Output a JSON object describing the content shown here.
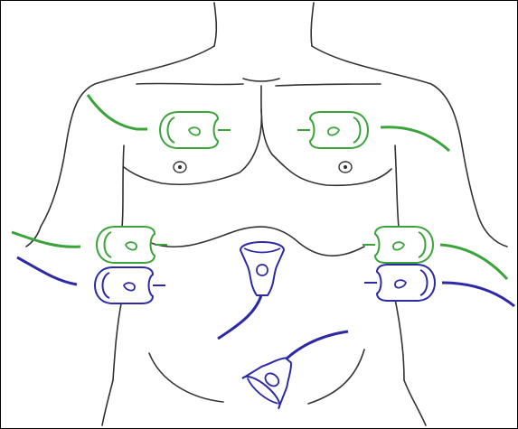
{
  "diagram": {
    "subject": "torso-outline",
    "colors": {
      "outline": "#333333",
      "probe_green": "#3aa33a",
      "probe_blue": "#2d2aa6"
    },
    "probes": [
      {
        "id": "probe-upper-right-chest",
        "color": "green"
      },
      {
        "id": "probe-upper-left-chest",
        "color": "green"
      },
      {
        "id": "probe-right-flank-upper",
        "color": "green"
      },
      {
        "id": "probe-right-flank-lower",
        "color": "blue"
      },
      {
        "id": "probe-left-flank-upper",
        "color": "green"
      },
      {
        "id": "probe-left-flank-lower",
        "color": "blue"
      },
      {
        "id": "probe-epigastric",
        "color": "blue"
      },
      {
        "id": "probe-pelvic",
        "color": "blue"
      }
    ]
  }
}
